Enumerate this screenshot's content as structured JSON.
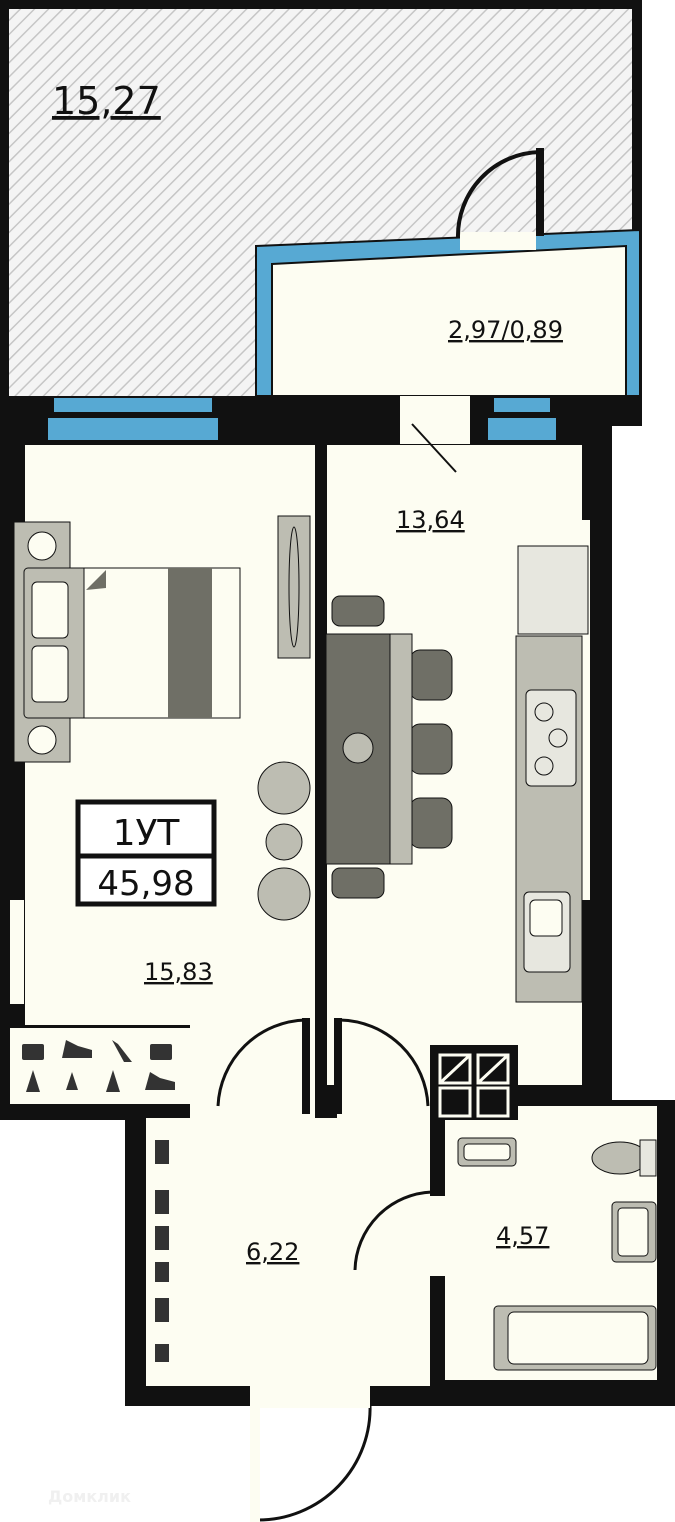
{
  "colors": {
    "wall": "#111111",
    "floor": "#fdfdf2",
    "glass": "#57a9d3",
    "furniture_dark": "#6f6f66",
    "furniture_light": "#bdbdb2",
    "hatch": "#c8c8c8"
  },
  "rooms": {
    "terrace": "15,27",
    "balcony": "2,97/0,89",
    "kitchen": "13,64",
    "bedroom": "15,83",
    "hallway": "6,22",
    "bathroom": "4,57"
  },
  "apartment": {
    "type": "1УТ",
    "total_area": "45,98"
  },
  "watermark": "Домклик"
}
